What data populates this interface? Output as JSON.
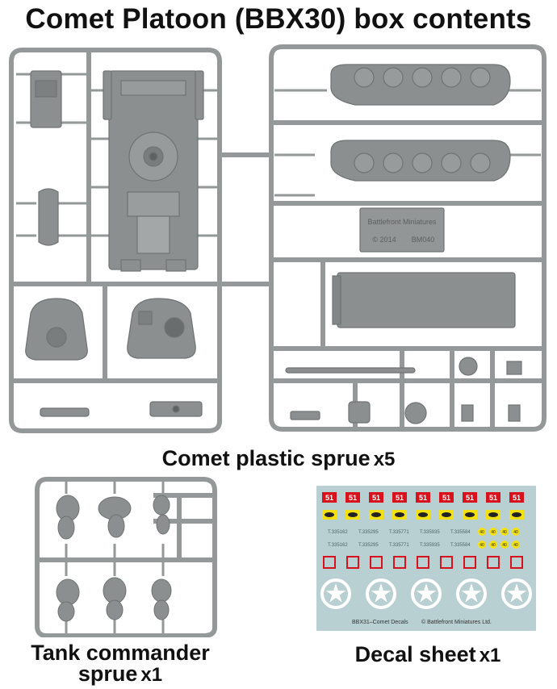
{
  "title": "Comet Platoon (BBX30) box contents",
  "sprue_main": {
    "caption": "Comet plastic sprue",
    "multiplier": "x5",
    "molded_text": {
      "line1": "Battlefront Miniatures",
      "line2_copy": "© 2014",
      "line2_code": "BM040"
    }
  },
  "sprue_commander": {
    "caption_line1": "Tank commander",
    "caption_line2": "sprue",
    "multiplier": "x1"
  },
  "decal_sheet": {
    "caption": "Decal sheet",
    "multiplier": "x1",
    "number_badge": "51",
    "serials": [
      "T.335162",
      "T.335295",
      "T.335771",
      "T.335935",
      "T.335584"
    ],
    "small_numbers": [
      "40",
      "40",
      "40",
      "40"
    ],
    "footer_left": "BBX31–Comet Decals",
    "footer_right": "© Battlefront Miniatures Ltd.",
    "colors": {
      "background": "#b9d0d2",
      "red": "#d8121c",
      "yellow": "#f2e012",
      "white": "#ffffff"
    }
  },
  "colors": {
    "plastic": "#8c8f8f",
    "plastic_dark": "#6f7373",
    "frame": "#959898"
  }
}
